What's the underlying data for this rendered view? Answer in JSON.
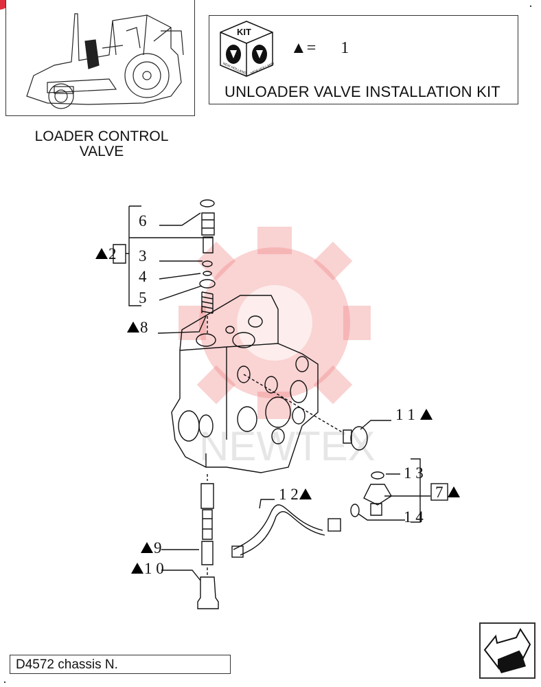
{
  "header": {
    "section_title": "LOADER CONTROL VALVE",
    "kit_badge_label": "KIT",
    "kit_badge_brand": "NEW HOLLAND",
    "kit_legend_symbol": "▲=",
    "kit_legend_value": "1",
    "kit_title": "UNLOADER VALVE INSTALLATION KIT"
  },
  "callouts": [
    {
      "id": "6",
      "label": "6",
      "kit": false
    },
    {
      "id": "2",
      "label": "2",
      "kit": true
    },
    {
      "id": "3",
      "label": "3",
      "kit": false
    },
    {
      "id": "4",
      "label": "4",
      "kit": false
    },
    {
      "id": "5",
      "label": "5",
      "kit": false
    },
    {
      "id": "8",
      "label": "8",
      "kit": true
    },
    {
      "id": "11",
      "label": "1 1",
      "kit": true
    },
    {
      "id": "12",
      "label": "1 2",
      "kit": true
    },
    {
      "id": "13",
      "label": "1 3",
      "kit": false
    },
    {
      "id": "7",
      "label": "7",
      "kit": true
    },
    {
      "id": "14",
      "label": "1 4",
      "kit": false
    },
    {
      "id": "9",
      "label": "9",
      "kit": true
    },
    {
      "id": "10",
      "label": "1 0",
      "kit": true
    }
  ],
  "watermark": {
    "text": "NEWTEX",
    "color": "#f0a8a8"
  },
  "footer": {
    "chassis_label": "D4572 chassis N.",
    "nav_icon": "next-page-arrow-icon"
  },
  "colors": {
    "line": "#111111",
    "watermark": "#f4b0b0",
    "corner_mark": "#e03040"
  }
}
